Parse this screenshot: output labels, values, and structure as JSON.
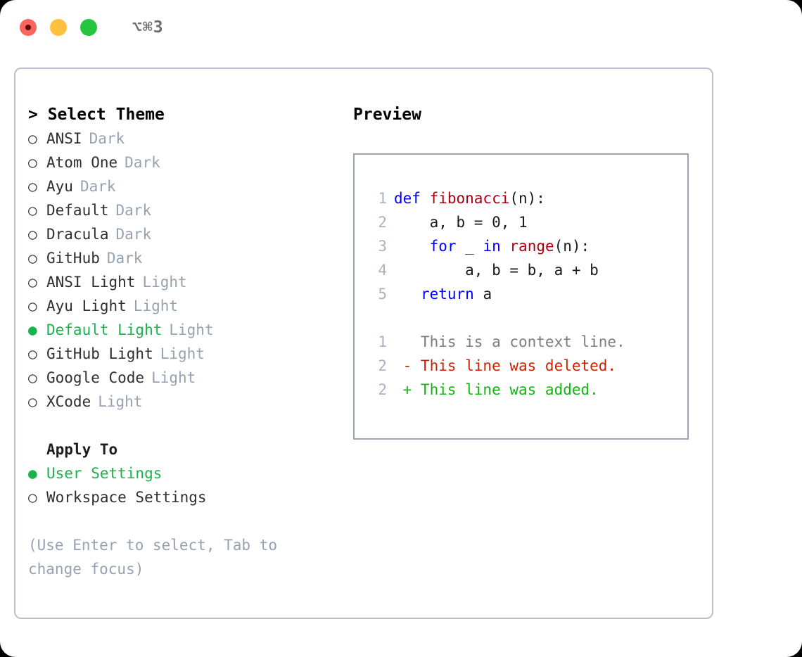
{
  "titlebar": {
    "shortcut": "⌥⌘3",
    "lights": [
      {
        "name": "close",
        "color": "#f9655b"
      },
      {
        "name": "minimize",
        "color": "#ffc03d"
      },
      {
        "name": "maximize",
        "color": "#25c63f"
      }
    ]
  },
  "theme_selector": {
    "header": "> Select Theme",
    "selected_bullet": "●",
    "unselected_bullet": "○",
    "accent_color": "#19b34b",
    "tag_color": "#97a2b0",
    "items": [
      {
        "label": "ANSI",
        "tag": "Dark",
        "selected": false
      },
      {
        "label": "Atom One",
        "tag": "Dark",
        "selected": false
      },
      {
        "label": "Ayu",
        "tag": "Dark",
        "selected": false
      },
      {
        "label": "Default",
        "tag": "Dark",
        "selected": false
      },
      {
        "label": "Dracula",
        "tag": "Dark",
        "selected": false
      },
      {
        "label": "GitHub",
        "tag": "Dark",
        "selected": false
      },
      {
        "label": "ANSI Light",
        "tag": "Light",
        "selected": false
      },
      {
        "label": "Ayu Light",
        "tag": "Light",
        "selected": false
      },
      {
        "label": "Default Light",
        "tag": "Light",
        "selected": true
      },
      {
        "label": "GitHub Light",
        "tag": "Light",
        "selected": false
      },
      {
        "label": "Google Code",
        "tag": "Light",
        "selected": false
      },
      {
        "label": "XCode",
        "tag": "Light",
        "selected": false
      }
    ]
  },
  "apply_to": {
    "header": "Apply To",
    "items": [
      {
        "label": "User Settings",
        "selected": true
      },
      {
        "label": "Workspace Settings",
        "selected": false
      }
    ]
  },
  "hint": "(Use Enter to select, Tab to change focus)",
  "preview": {
    "title": "Preview",
    "code_lines": [
      {
        "number": "1",
        "tokens": [
          {
            "text": "def ",
            "kind": "kw"
          },
          {
            "text": "fibonacci",
            "kind": "fn"
          },
          {
            "text": "(n):",
            "kind": "plain"
          }
        ]
      },
      {
        "number": "2",
        "tokens": [
          {
            "text": "    a, b = 0, 1",
            "kind": "plain"
          }
        ]
      },
      {
        "number": "3",
        "tokens": [
          {
            "text": "    ",
            "kind": "plain"
          },
          {
            "text": "for",
            "kind": "kw"
          },
          {
            "text": " _ ",
            "kind": "plain"
          },
          {
            "text": "in",
            "kind": "kw"
          },
          {
            "text": " ",
            "kind": "plain"
          },
          {
            "text": "range",
            "kind": "fn"
          },
          {
            "text": "(n):",
            "kind": "plain"
          }
        ]
      },
      {
        "number": "4",
        "tokens": [
          {
            "text": "        a, b = b, a + b",
            "kind": "plain"
          }
        ]
      },
      {
        "number": "5",
        "tokens": [
          {
            "text": "   ",
            "kind": "plain"
          },
          {
            "text": "return",
            "kind": "kw"
          },
          {
            "text": " a",
            "kind": "plain"
          }
        ]
      }
    ],
    "diff_lines": [
      {
        "number": "1",
        "marker": " ",
        "text": "This is a context line.",
        "kind": "ctx"
      },
      {
        "number": "2",
        "marker": "-",
        "text": "This line was deleted.",
        "kind": "del"
      },
      {
        "number": "2",
        "marker": "+",
        "text": "This line was added.",
        "kind": "add"
      }
    ]
  }
}
